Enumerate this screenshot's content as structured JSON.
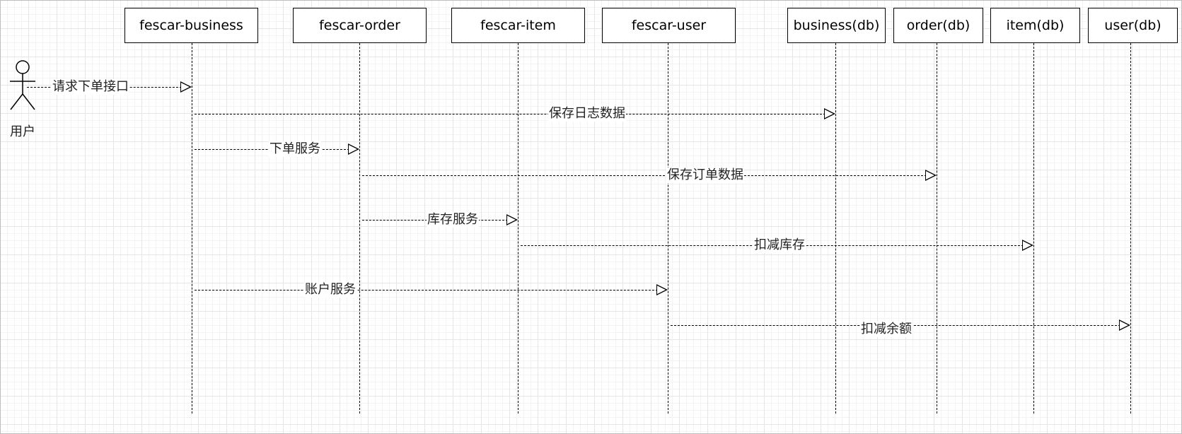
{
  "actor": {
    "label": "用户"
  },
  "participants": [
    {
      "label": "fescar-business"
    },
    {
      "label": "fescar-order"
    },
    {
      "label": "fescar-item"
    },
    {
      "label": "fescar-user"
    },
    {
      "label": "business(db)"
    },
    {
      "label": "order(db)"
    },
    {
      "label": "item(db)"
    },
    {
      "label": "user(db)"
    }
  ],
  "messages": [
    {
      "label": "请求下单接口"
    },
    {
      "label": "保存日志数据"
    },
    {
      "label": "下单服务"
    },
    {
      "label": "保存订单数据"
    },
    {
      "label": "库存服务"
    },
    {
      "label": "扣减库存"
    },
    {
      "label": "账户服务"
    },
    {
      "label": "扣减余额"
    }
  ]
}
